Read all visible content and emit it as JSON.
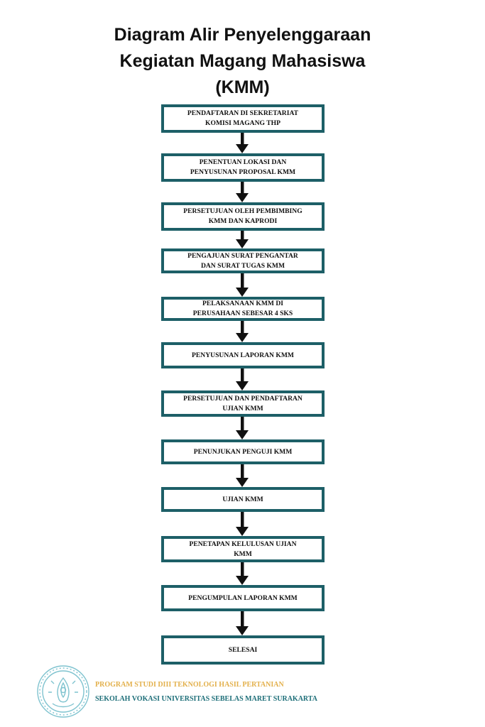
{
  "title": {
    "line1": "Diagram Alir Penyelenggaraan",
    "line2": "Kegiatan Magang Mahasiswa",
    "line3": "(KMM)"
  },
  "steps": [
    [
      "PENDAFTARAN DI SEKRETARIAT",
      "KOMISI MAGANG THP"
    ],
    [
      "PENENTUAN LOKASI DAN",
      "PENYUSUNAN PROPOSAL KMM"
    ],
    [
      "PERSETUJUAN OLEH PEMBIMBING",
      "KMM DAN KAPRODI"
    ],
    [
      "PENGAJUAN SURAT PENGANTAR",
      "DAN SURAT TUGAS KMM"
    ],
    [
      "PELAKSANAAN KMM DI",
      "PERUSAHAAN SEBESAR 4 SKS"
    ],
    [
      "PENYUSUNAN LAPORAN KMM"
    ],
    [
      "PERSETUJUAN DAN PENDAFTARAN",
      "UJIAN KMM"
    ],
    [
      "PENUNJUKAN PENGUJI KMM"
    ],
    [
      "UJIAN KMM"
    ],
    [
      "PENETAPAN KELULUSAN UJIAN",
      "KMM"
    ],
    [
      "PENGUMPULAN LAPORAN KMM"
    ],
    [
      "SELESAI"
    ]
  ],
  "footer": {
    "line1": "PROGRAM STUDI DIII TEKNOLOGI HASIL PERTANIAN",
    "line2": "SEKOLAH VOKASI UNIVERSITAS SEBELAS MARET SURAKARTA",
    "logo_icon": "university-seal-icon"
  },
  "colors": {
    "box_border": "#1d5f67",
    "arrow": "#111111",
    "footer_line1": "#e3b04b",
    "footer_line2": "#1d6e78",
    "logo": "#7fc3cf"
  }
}
